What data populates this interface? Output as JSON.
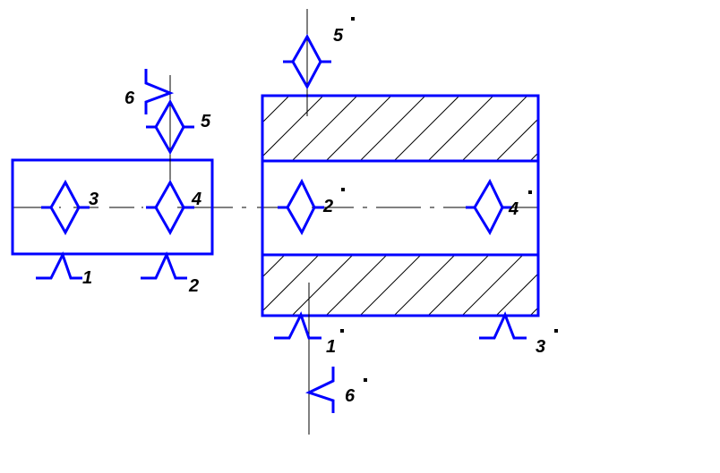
{
  "diagram": {
    "type": "datum-symbol-schematic",
    "colors": {
      "outline": "#0000ff",
      "lines": "#000000",
      "background": "#ffffff"
    },
    "left_part": {
      "labels": {
        "support_1": "1",
        "support_2": "2",
        "center_3": "3",
        "center_4": "4",
        "center_5": "5",
        "clamp_6": "6"
      }
    },
    "right_part": {
      "labels": {
        "support_1": "1",
        "center_2": "2",
        "support_3": "3",
        "center_4": "4",
        "center_5": "5",
        "clamp_6": "6"
      },
      "prime_mark": "'"
    }
  }
}
